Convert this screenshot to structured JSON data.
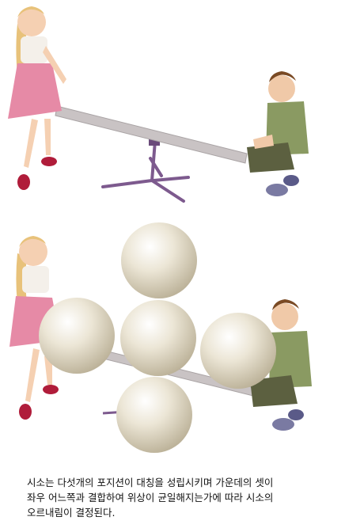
{
  "caption": {
    "line1": "시소는 다섯개의 포지션이 대칭을 성립시키며 가운데의 셋이",
    "line2": "좌우 어느쪽과 결합하여 위상이 균일해지는가에 따라 시소의",
    "line3": "오르내림이 결정된다."
  },
  "colors": {
    "seesaw_plank": "#c9c3c4",
    "seesaw_stand": "#7d5a8e",
    "girl_dress": "#e68aa6",
    "girl_hair": "#e8c27a",
    "boy_shirt": "#8a9a62",
    "boy_pants": "#5c6040",
    "sphere": "#ece6d6"
  },
  "spheres": [
    "top",
    "left",
    "center",
    "right",
    "bottom"
  ]
}
